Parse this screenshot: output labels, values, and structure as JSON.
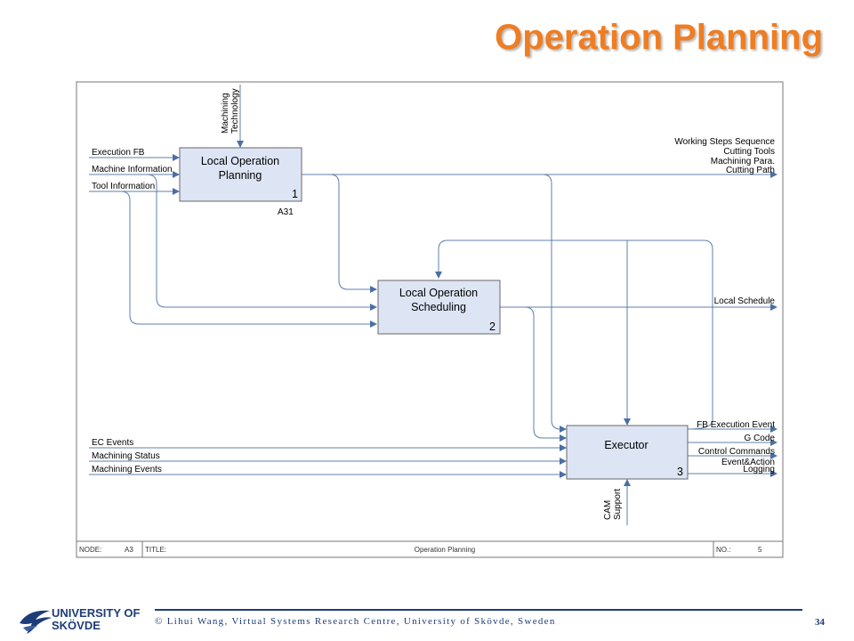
{
  "slide": {
    "title": "Operation Planning",
    "credit": "© Lihui Wang, Virtual Systems Research Centre, University of Skövde, Sweden",
    "page_number": "34",
    "logo": {
      "line1": "UNIVERSITY OF",
      "line2": "SKÖVDE"
    }
  },
  "diagram": {
    "control_top": [
      "Machining",
      "Technology"
    ],
    "boxes": {
      "b1": {
        "line1": "Local Operation",
        "line2": "Planning",
        "number": "1",
        "ref": "A31"
      },
      "b2": {
        "line1": "Local Operation",
        "line2": "Scheduling",
        "number": "2"
      },
      "b3": {
        "line1": "Executor",
        "number": "3"
      }
    },
    "inputs_b1": [
      "Execution FB",
      "Machine Information",
      "Tool Information"
    ],
    "outputs_b1": [
      "Working Steps Sequence",
      "Cutting Tools",
      "Machining Para.",
      "Cutting Path"
    ],
    "output_b2": "Local Schedule",
    "inputs_b3": [
      "EC Events",
      "Machining Status",
      "Machining Events"
    ],
    "outputs_b3": [
      "FB Execution Event",
      "G Code",
      "Control Commands",
      "Event&Action",
      "Logging"
    ],
    "mechanism_b3": [
      "CAM",
      "Support"
    ],
    "footer": {
      "node_label": "NODE:",
      "node_value": "A3",
      "title_label": "TITLE:",
      "title_value": "Operation Planning",
      "no_label": "NO.:",
      "no_value": "5"
    }
  },
  "colors": {
    "title_orange": "#ef7d22",
    "box_fill": "#dde5f5",
    "line": "#5f7fa8",
    "brand_blue": "#1e3c78"
  }
}
